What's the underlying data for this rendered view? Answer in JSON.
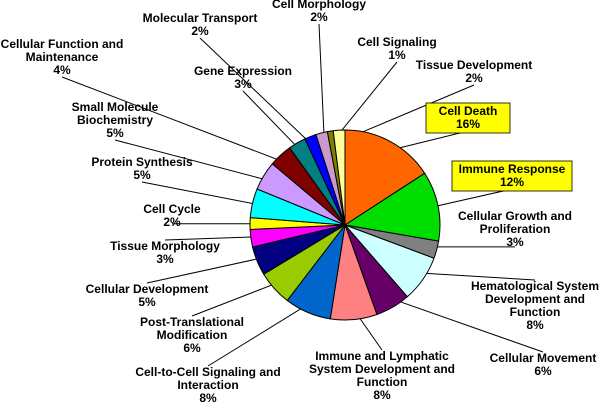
{
  "chart_data": {
    "type": "pie",
    "title": "",
    "slices": [
      {
        "label": "Cell Death",
        "value": 16,
        "pct": "16%",
        "color": "#FF6600",
        "highlight": true
      },
      {
        "label": "Immune Response",
        "value": 12,
        "pct": "12%",
        "color": "#00DD00",
        "highlight": true
      },
      {
        "label": "Cellular Growth and Proliferation",
        "value": 3,
        "pct": "3%",
        "color": "#808080",
        "highlight": false
      },
      {
        "label": "Hematological System Development and Function",
        "value": 8,
        "pct": "8%",
        "color": "#CCFFFF",
        "highlight": false
      },
      {
        "label": "Cellular Movement",
        "value": 6,
        "pct": "6%",
        "color": "#660066",
        "highlight": false
      },
      {
        "label": "Immune and Lymphatic System Development and Function",
        "value": 8,
        "pct": "8%",
        "color": "#FF8080",
        "highlight": false
      },
      {
        "label": "Cell-to-Cell Signaling and Interaction",
        "value": 8,
        "pct": "8%",
        "color": "#0066CC",
        "highlight": false
      },
      {
        "label": "Post-Translational Modification",
        "value": 6,
        "pct": "6%",
        "color": "#99CC00",
        "highlight": false
      },
      {
        "label": "Cellular Development",
        "value": 5,
        "pct": "5%",
        "color": "#000080",
        "highlight": false
      },
      {
        "label": "Tissue Morphology",
        "value": 3,
        "pct": "3%",
        "color": "#FF00FF",
        "highlight": false
      },
      {
        "label": "Cell Cycle",
        "value": 2,
        "pct": "2%",
        "color": "#FFFF00",
        "highlight": false
      },
      {
        "label": "Protein Synthesis",
        "value": 5,
        "pct": "5%",
        "color": "#00FFFF",
        "highlight": false
      },
      {
        "label": "Small Molecule Biochemistry",
        "value": 5,
        "pct": "5%",
        "color": "#CC99FF",
        "highlight": false
      },
      {
        "label": "Cellular Function and Maintenance",
        "value": 4,
        "pct": "4%",
        "color": "#800000",
        "highlight": false
      },
      {
        "label": "Gene Expression",
        "value": 3,
        "pct": "3%",
        "color": "#008080",
        "highlight": false
      },
      {
        "label": "Molecular Transport",
        "value": 2,
        "pct": "2%",
        "color": "#0000FF",
        "highlight": false
      },
      {
        "label": "Cell Morphology",
        "value": 2,
        "pct": "2%",
        "color": "#CC99CC",
        "highlight": false
      },
      {
        "label": "Cell Signaling",
        "value": 1,
        "pct": "1%",
        "color": "#808000",
        "highlight": false
      },
      {
        "label": "Tissue Development",
        "value": 2,
        "pct": "2%",
        "color": "#FFFF99",
        "highlight": false
      }
    ]
  }
}
